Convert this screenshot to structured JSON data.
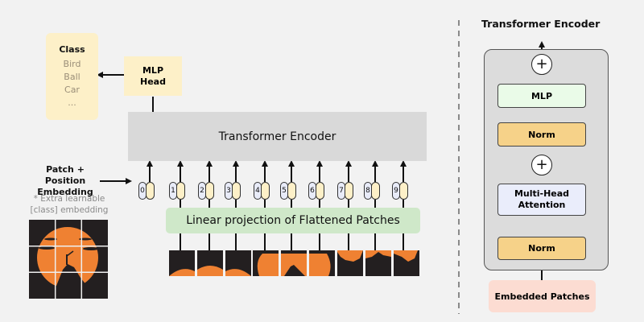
{
  "left_diagram": {
    "class_box": {
      "title": "Class",
      "items": [
        "Bird",
        "Ball",
        "Car",
        "..."
      ]
    },
    "mlp_head": {
      "line1": "MLP",
      "line2": "Head"
    },
    "transformer_encoder": "Transformer Encoder",
    "patch_position_label": {
      "line1": "Patch + Position",
      "line2": "Embedding"
    },
    "extra_label": {
      "line1": "* Extra learnable",
      "line2": "[class] embedding"
    },
    "tokens": [
      "0",
      "1",
      "2",
      "3",
      "4",
      "5",
      "6",
      "7",
      "8",
      "9"
    ],
    "linear_projection": "Linear projection of Flattened Patches",
    "image_patches": 9
  },
  "right_diagram": {
    "title": "Transformer Encoder",
    "blocks": {
      "mlp": "MLP",
      "norm_top": "Norm",
      "mha": {
        "line1": "Multi-Head",
        "line2": "Attention"
      },
      "norm_bottom": "Norm",
      "input": "Embedded Patches"
    },
    "plus_symbol": "+"
  },
  "colors": {
    "background": "#f2f2f2",
    "class_box": "#fdf0c8",
    "encoder_gray": "#d9d9d9",
    "linear_projection": "#cfe8c9",
    "norm": "#f6d289",
    "mlp_inner": "#eafbe8",
    "mha": "#eaedfb",
    "embedded_patches": "#fcdcd2",
    "sunset_orange": "#ef8132",
    "patch_dark": "#231f20"
  }
}
